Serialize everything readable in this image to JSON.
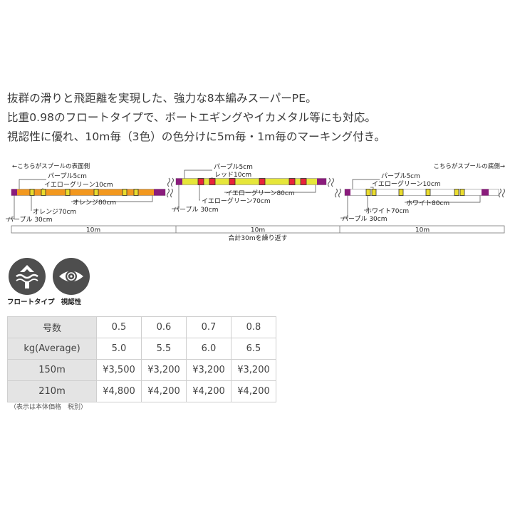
{
  "intro_lines": [
    "抜群の滑りと飛距離を実現した、強力な8本編みスーパーPE。",
    "比重0.98のフロートタイプで、ボートエギングやイカメタル等にも対応。",
    "視認性に優れ、10m毎（3色）の色分けに5m毎・1m毎のマーキング付き。"
  ],
  "diagram": {
    "left_header": "←こちらがスプールの表面側",
    "right_header": "こちらがスプールの底側→",
    "segments": [
      {
        "labels": {
          "purple5": "パープル5cm",
          "marker10": "イエローグリーン10cm",
          "body80": "オレンジ80cm",
          "base70": "オレンジ70cm",
          "purple30": "パープル 30cm"
        },
        "length": "10m",
        "colors": {
          "base": "#f2981f",
          "marker": "#eadc2e"
        }
      },
      {
        "labels": {
          "purple5": "パープル5cm",
          "marker10": "レッド10cm",
          "body80": "イエローグリーン80cm",
          "base70": "イエローグリーン70cm",
          "purple30": "パープル 30cm"
        },
        "length": "10m",
        "colors": {
          "base": "#e6e63a",
          "marker": "#e8233a"
        }
      },
      {
        "labels": {
          "purple5": "パープル5cm",
          "marker10": "イエローグリーン10cm",
          "body80": "ホワイト80cm",
          "base70": "ホワイト70cm",
          "purple30": "パープル 30cm"
        },
        "length": "10m",
        "colors": {
          "base": "#ffffff",
          "marker": "#eadc2e"
        }
      }
    ],
    "total_label": "合計30mを繰り返す",
    "colors": {
      "purple": "#8a1c7c",
      "line": "#555555"
    }
  },
  "icons": [
    {
      "name": "float-type-icon",
      "caption": "フロートタイプ"
    },
    {
      "name": "visibility-icon",
      "caption": "視認性"
    }
  ],
  "spec_table": {
    "headers": [
      "号数",
      "kg(Average)",
      "150m",
      "210m"
    ],
    "rows": [
      [
        "0.5",
        "0.6",
        "0.7",
        "0.8"
      ],
      [
        "5.0",
        "5.5",
        "6.0",
        "6.5"
      ],
      [
        "¥3,500",
        "¥3,200",
        "¥3,200",
        "¥3,200"
      ],
      [
        "¥4,800",
        "¥4,200",
        "¥4,200",
        "¥4,200"
      ]
    ]
  },
  "note": "（表示は本体価格　税別）"
}
